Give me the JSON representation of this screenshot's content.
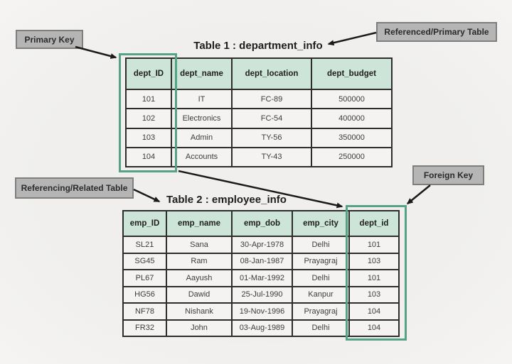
{
  "labels": {
    "primary_key": "Primary Key",
    "referenced_table": "Referenced/Primary Table",
    "referencing_table": "Referencing/Related Table",
    "foreign_key": "Foreign Key"
  },
  "table1": {
    "title": "Table 1 : department_info",
    "columns": [
      "dept_ID",
      "dept_name",
      "dept_location",
      "dept_budget"
    ],
    "rows": [
      [
        "101",
        "IT",
        "FC-89",
        "500000"
      ],
      [
        "102",
        "Electronics",
        "FC-54",
        "400000"
      ],
      [
        "103",
        "Admin",
        "TY-56",
        "350000"
      ],
      [
        "104",
        "Accounts",
        "TY-43",
        "250000"
      ]
    ],
    "highlight_column": "dept_ID"
  },
  "table2": {
    "title": "Table 2 : employee_info",
    "columns": [
      "emp_ID",
      "emp_name",
      "emp_dob",
      "emp_city",
      "dept_id"
    ],
    "rows": [
      [
        "SL21",
        "Sana",
        "30-Apr-1978",
        "Delhi",
        "101"
      ],
      [
        "SG45",
        "Ram",
        "08-Jan-1987",
        "Prayagraj",
        "103"
      ],
      [
        "PL67",
        "Aayush",
        "01-Mar-1992",
        "Delhi",
        "101"
      ],
      [
        "HG56",
        "Dawid",
        "25-Jul-1990",
        "Kanpur",
        "103"
      ],
      [
        "NF78",
        "Nishank",
        "19-Nov-1996",
        "Prayagraj",
        "104"
      ],
      [
        "FR32",
        "John",
        "03-Aug-1989",
        "Delhi",
        "104"
      ]
    ],
    "highlight_column": "dept_id"
  },
  "colors": {
    "header_bg": "#cde5d9",
    "cell_bg": "#f4f3f1",
    "key_highlight_border": "#56a287",
    "label_bg": "#b5b5b5",
    "label_border": "#7e7e7e",
    "arrow": "#1a1a1a",
    "canvas_bg": "#f0efed"
  }
}
